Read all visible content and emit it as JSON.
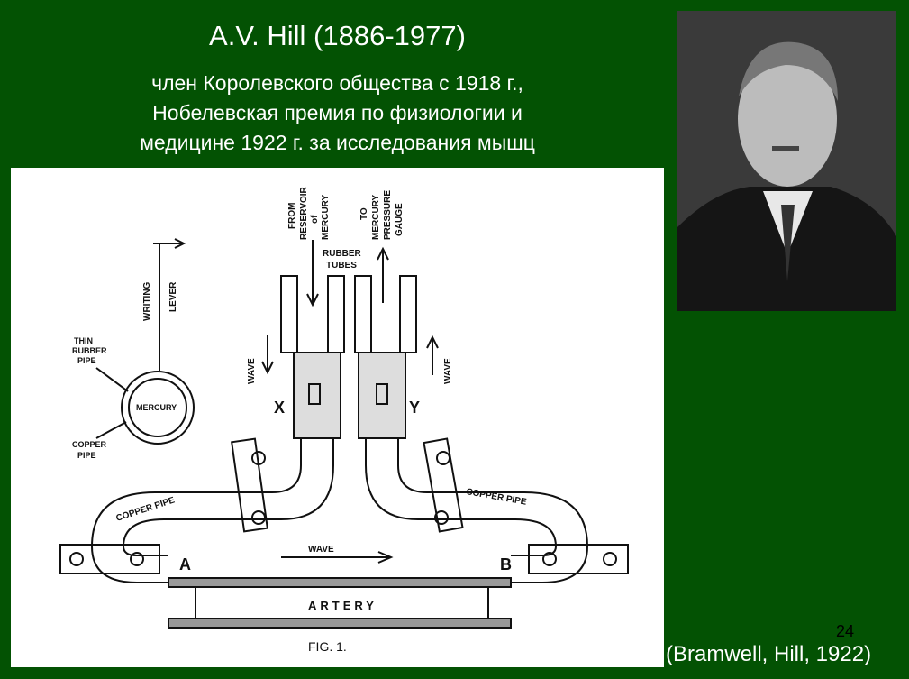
{
  "title": "A.V. Hill (1886-1977)",
  "subtitle": [
    "член Королевского общества с 1918 г.,",
    "Нобелевская премия по физиологии и",
    "медицине 1922 г. за исследования мышц"
  ],
  "diagram": {
    "from_reservoir": [
      "FROM",
      "RESERVOIR",
      "of",
      "MERCURY"
    ],
    "to_gauge": [
      "TO",
      "MERCURY",
      "PRESSURE",
      "GAUGE"
    ],
    "rubber_tubes": [
      "RUBBER",
      "TUBES"
    ],
    "writing_lever": [
      "WRITING",
      "LEVER"
    ],
    "thin_rubber_pipe": [
      "THIN",
      "RUBBER",
      "PIPE"
    ],
    "copper_pipe_label": [
      "COPPER",
      "PIPE"
    ],
    "mercury": "MERCURY",
    "copper_pipe": "COPPER PIPE",
    "wave": "WAVE",
    "x": "X",
    "y": "Y",
    "a": "A",
    "b": "B",
    "artery": "ARTERY",
    "caption": "FIG. 1."
  },
  "page_number": "24",
  "citation": "(Bramwell, Hill, 1922)"
}
